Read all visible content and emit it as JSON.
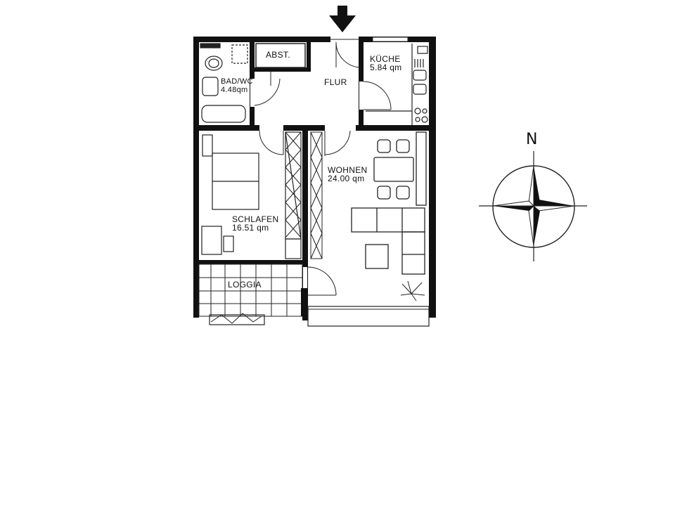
{
  "diagram": {
    "type": "apartment-floor-plan",
    "entrance_marker": "entrance-arrow-down",
    "rooms": [
      {
        "id": "bad",
        "name": "BAD/WC",
        "area": "4.48qm"
      },
      {
        "id": "abst",
        "name": "ABST.",
        "area": ""
      },
      {
        "id": "flur",
        "name": "FLUR",
        "area": ""
      },
      {
        "id": "kueche",
        "name": "KÜCHE",
        "area": "5.84 qm"
      },
      {
        "id": "schlafen",
        "name": "SCHLAFEN",
        "area": "16.51 qm"
      },
      {
        "id": "wohnen",
        "name": "WOHNEN",
        "area": "24.00 qm"
      },
      {
        "id": "loggia",
        "name": "LOGGIA",
        "area": ""
      }
    ],
    "compass": {
      "north_label": "N"
    },
    "colors": {
      "wall": "#111111",
      "line": "#222222",
      "background": "#ffffff"
    }
  }
}
